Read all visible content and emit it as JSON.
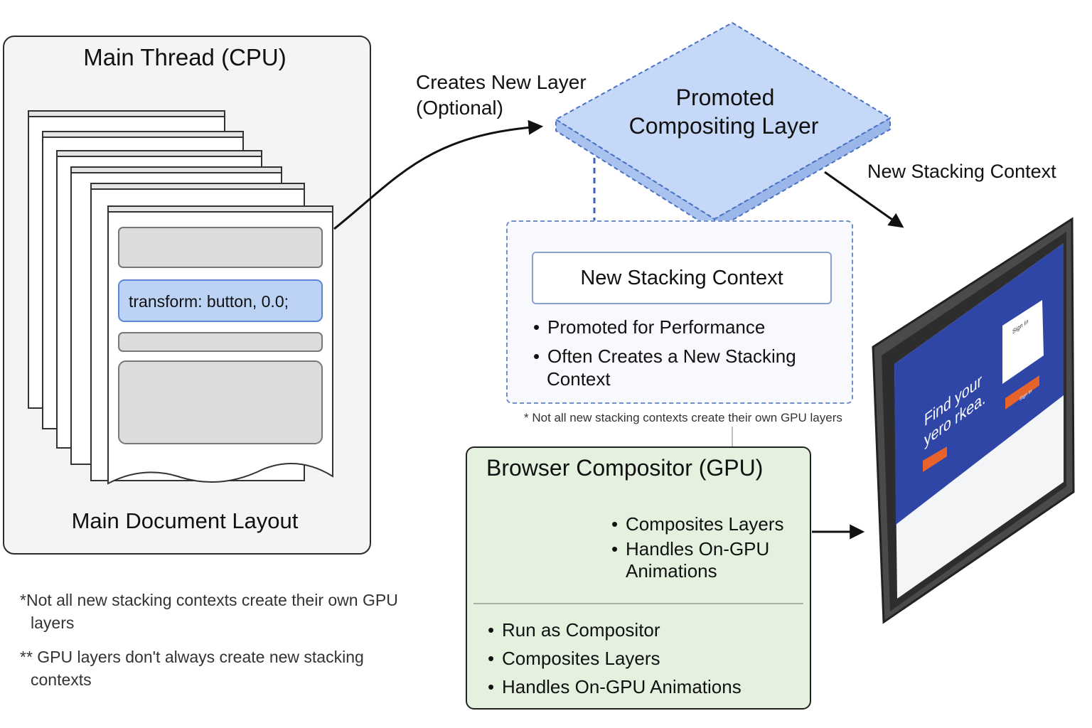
{
  "main_thread": {
    "title": "Main Thread (CPU)",
    "code_line": "transform: button, 0.0;",
    "layout_label": "Main Document Layout"
  },
  "arrow_label": {
    "line1": "Creates New Layer",
    "line2": "(Optional)"
  },
  "promoted_layer": {
    "line1": "Promoted",
    "line2": "Compositing Layer"
  },
  "right_label": "New Stacking Context",
  "stacking_box": {
    "title": "New Stacking Context",
    "bullets": [
      {
        "line1": "Promoted for Performance",
        "line2": ""
      },
      {
        "line1": "Often Creates a New Stacking",
        "line2": "Context"
      }
    ],
    "footnote": "* Not all new stacking contexts create their own GPU layers"
  },
  "compositor": {
    "title": "Browser Compositor (GPU)",
    "top_bullets": [
      {
        "line1": "Composites Layers",
        "line2": ""
      },
      {
        "line1": "Handles On-GPU",
        "line2": "Animations"
      }
    ],
    "bottom_bullets": [
      "Run as Compositor",
      "Composites Layers",
      "Handles On-GPU Animations"
    ]
  },
  "footnotes": [
    {
      "mark": "*",
      "line1": "Not all new stacking contexts create their own GPU",
      "line2": "layers"
    },
    {
      "mark": "**",
      "line1": "GPU layers don't always create new stacking",
      "line2": "contexts"
    }
  ],
  "monitor_screen": {
    "headline_line1": "Find your",
    "headline_line2": "yero rkea.",
    "form_title": "Sign in",
    "form_button": "Sign in",
    "cta_button": ""
  },
  "colors": {
    "layer_fill": "#c6d8f7",
    "layer_border": "#4a72c4",
    "code_highlight": "#bcd3f5",
    "compositor_bg": "#e3f1de",
    "screen_blue": "#2f46a6",
    "accent_orange": "#e6632b"
  }
}
